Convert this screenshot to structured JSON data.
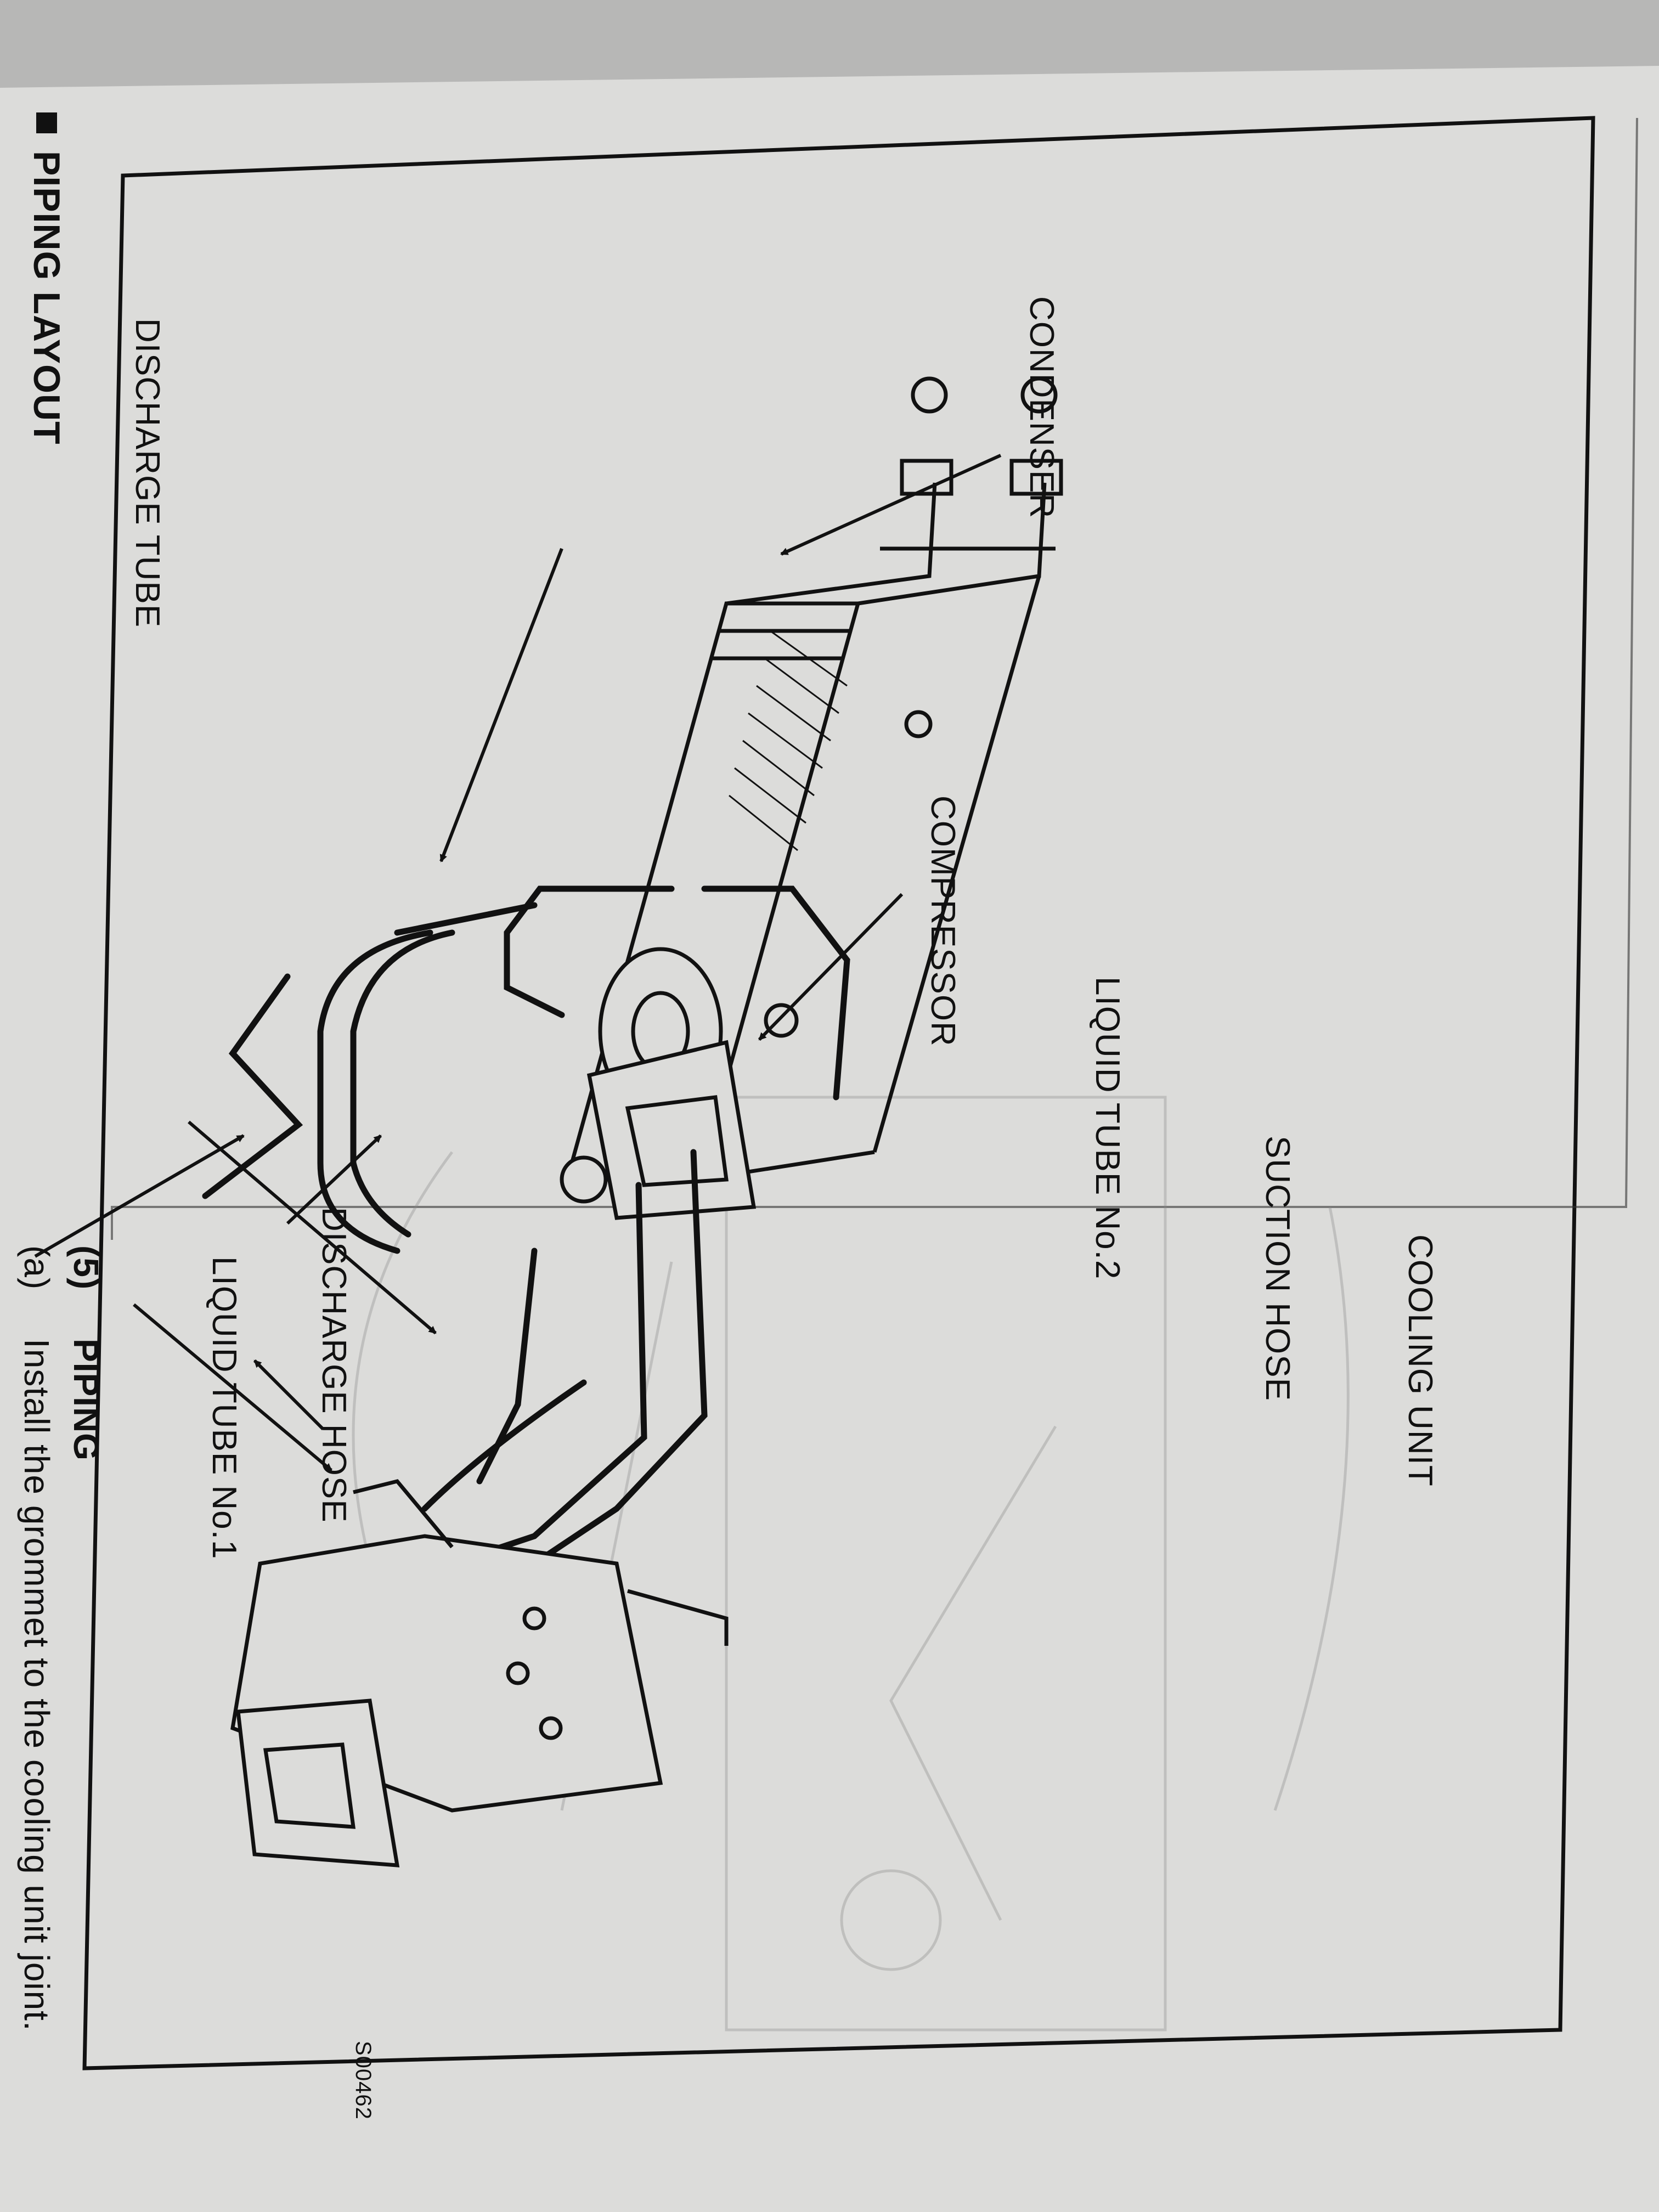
{
  "section_heading": "PIPING LAYOUT",
  "figure": {
    "callouts": {
      "cooling_unit": "COOLING UNIT",
      "suction_hose": "SUCTION HOSE",
      "liquid_tube_no2": "LIQUID TUBE No.2",
      "compressor": "COMPRESSOR",
      "condenser": "CONDENSER",
      "discharge_tube": "DISCHARGE TUBE",
      "liquid_tube_no1": "LIQUID TUBE No.1",
      "discharge_hose": "DISCHARGE HOSE"
    },
    "figure_code": "S00462"
  },
  "step": {
    "number": "(5)",
    "title": "PIPING",
    "substep_marker": "(a)",
    "substep_text": "Install the grommet to the cooling unit joint."
  }
}
